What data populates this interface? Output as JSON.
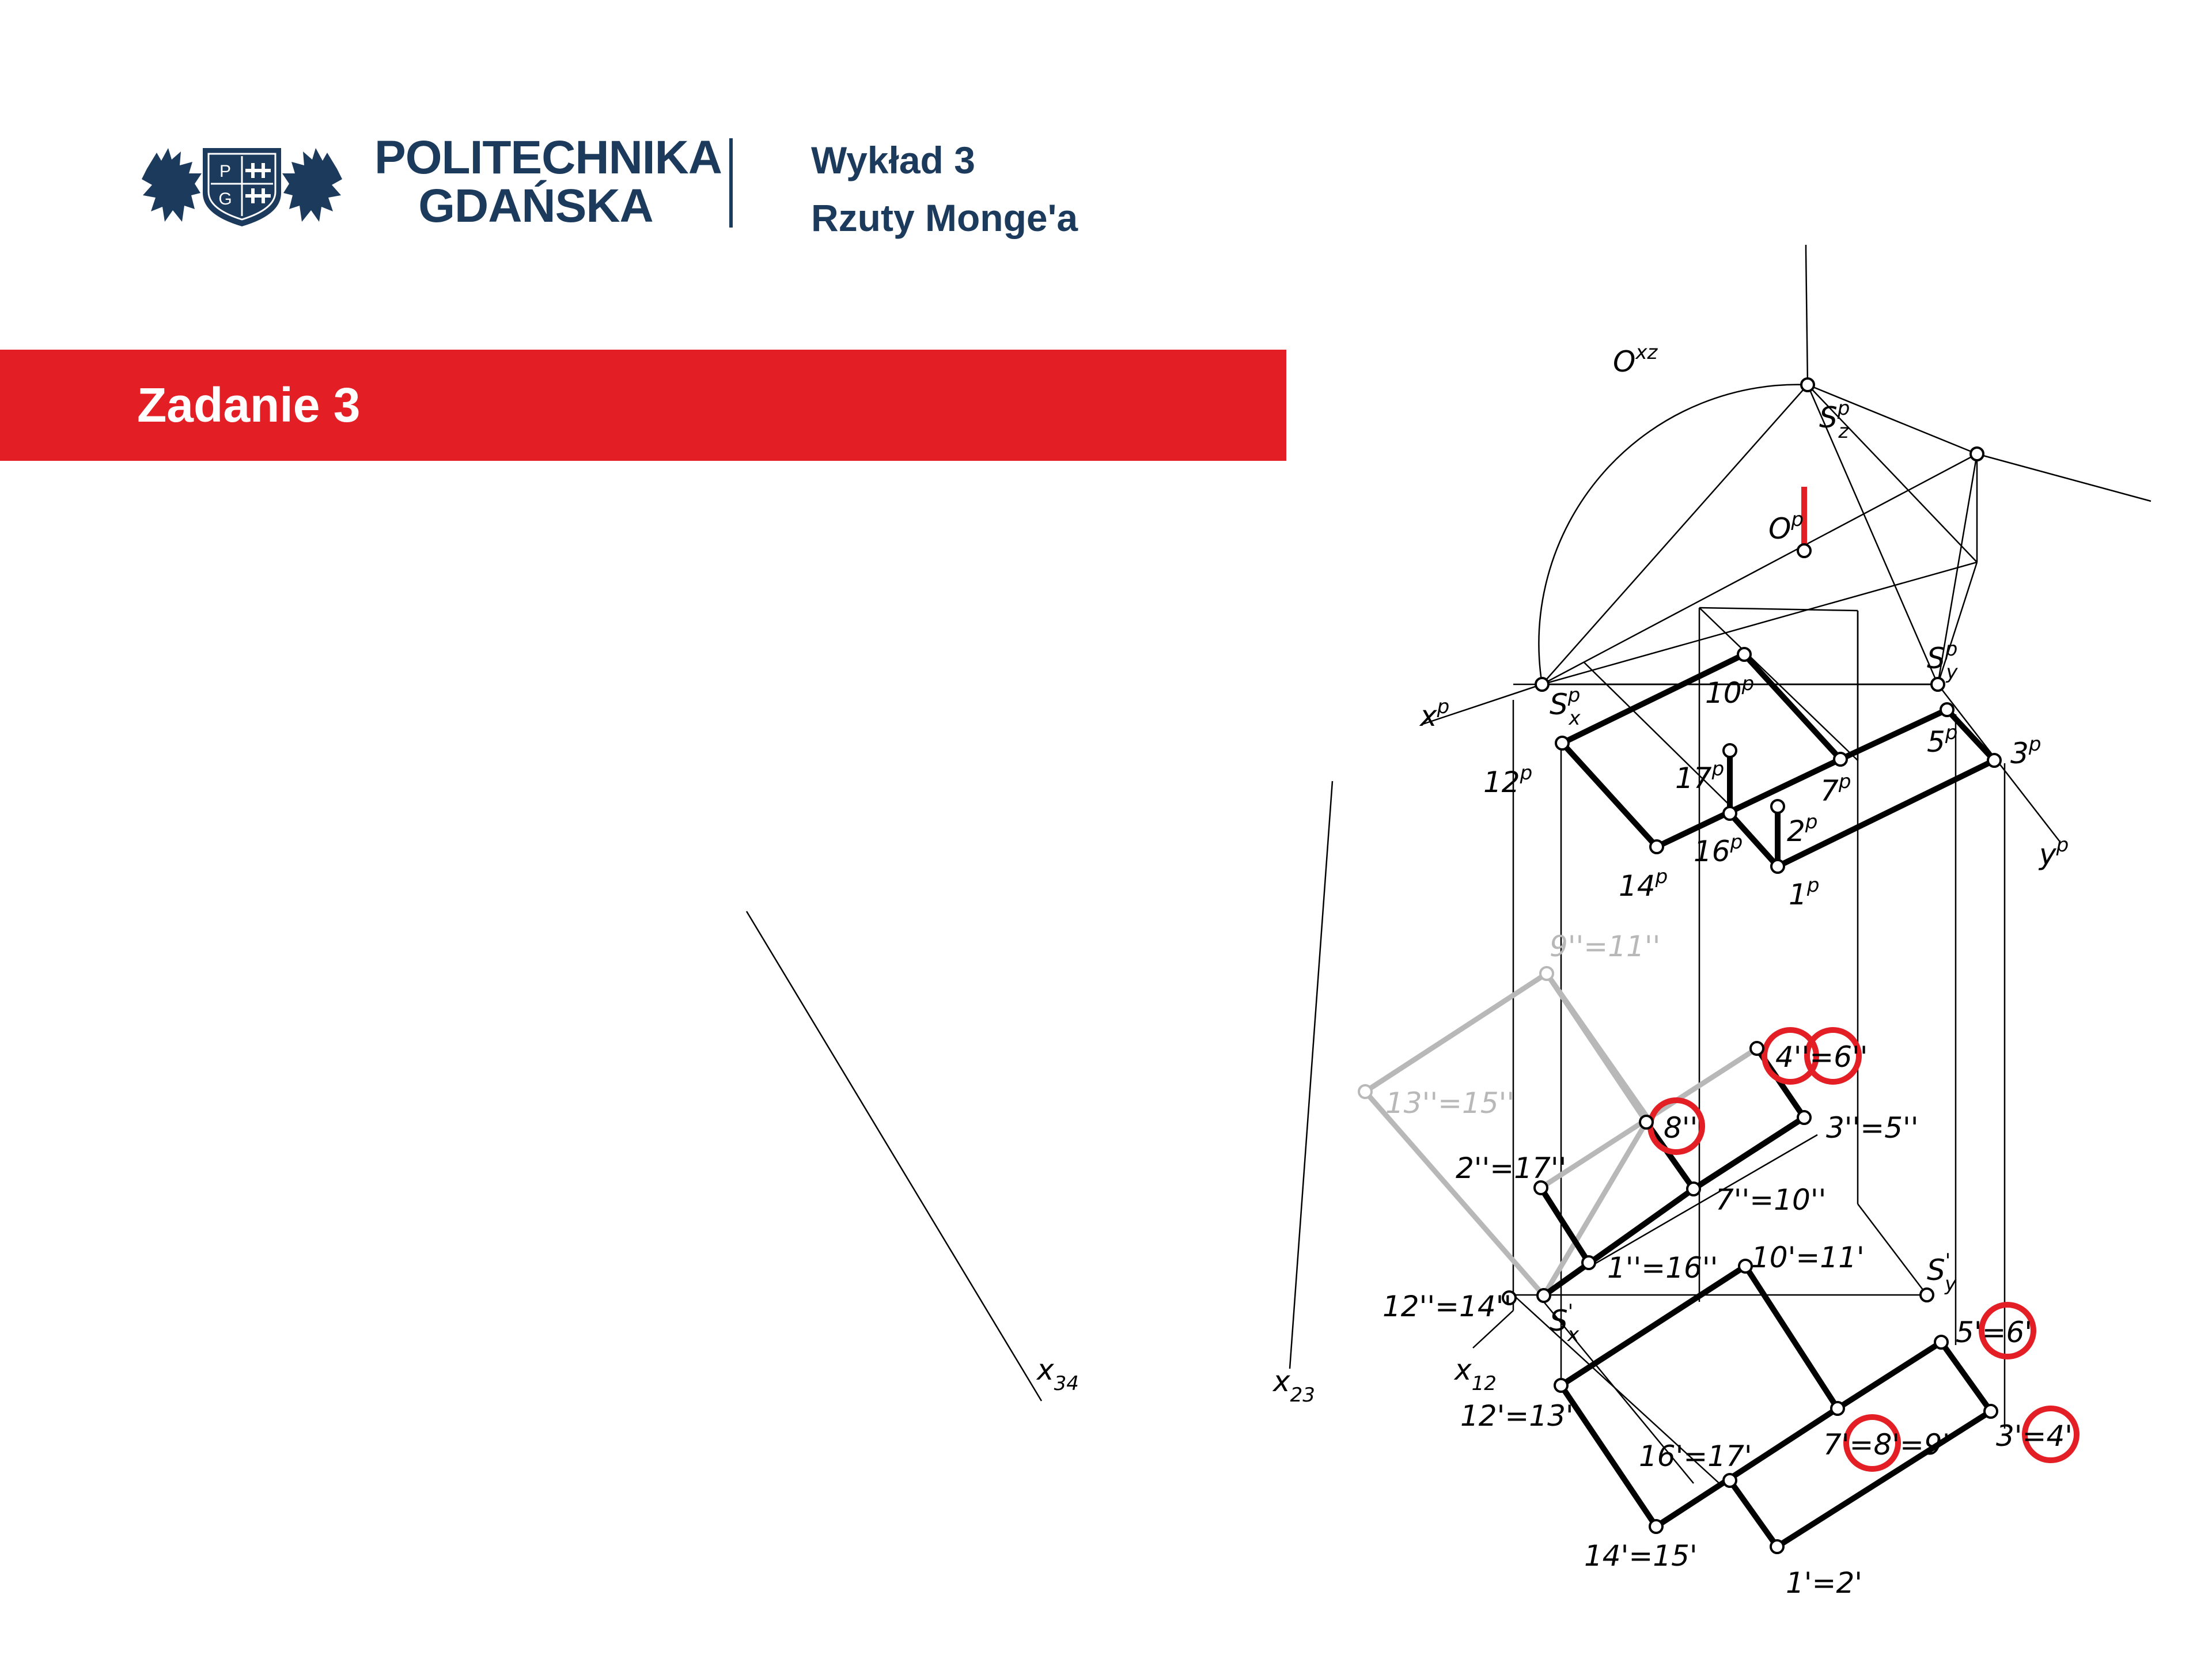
{
  "header": {
    "university_line1": "POLITECHNIKA",
    "university_line2": "GDAŃSKA",
    "logo_letters": [
      "P",
      "G"
    ],
    "lecture_title": "Wykład 3",
    "lecture_subtitle": "Rzuty Monge'a"
  },
  "banner": {
    "title": "Zadanie 3"
  },
  "colors": {
    "brand_navy": "#1b3a5c",
    "accent_red": "#e31e25",
    "hidden_gray": "#b8b8b8"
  },
  "diagram": {
    "labels": {
      "oxz": "O",
      "oxz_sup": "xz",
      "szp": "S",
      "szp_sup": "p",
      "szp_sub": "z",
      "op": "O",
      "op_sup": "p",
      "syp": "S",
      "syp_sup": "p",
      "syp_sub": "y",
      "xp": "x",
      "xp_sup": "p",
      "sxp": "S",
      "sxp_sup": "p",
      "sxp_sub": "x",
      "p10": "10",
      "p10_sup": "p",
      "p12": "12",
      "p12_sup": "p",
      "p17": "17",
      "p17_sup": "p",
      "p7": "7",
      "p7_sup": "p",
      "p5": "5",
      "p5_sup": "p",
      "p3": "3",
      "p3_sup": "p",
      "yp": "y",
      "yp_sup": "p",
      "p2": "2",
      "p2_sup": "p",
      "p16": "16",
      "p16_sup": "p",
      "p14": "14",
      "p14_sup": "p",
      "p1": "1",
      "p1_sup": "p",
      "f_9_11": "9''=11''",
      "f_13_15": "13''=15''",
      "f_4_6": "4''=6''",
      "f_8": "8''",
      "f_3_5": "3''=5''",
      "f_2_17": "2''=17''",
      "f_7_10": "7''=10''",
      "f_1_16": "1''=16''",
      "f_12_14": "12''=14''",
      "h_10_11": "10'=11'",
      "syh": "S",
      "syh_sup": "'",
      "syh_sub": "y",
      "sxh": "S",
      "sxh_sup": "'",
      "sxh_sub": "x",
      "h_5_6": "5'=6'",
      "x12": "x",
      "x12_sub": "12",
      "x34": "x",
      "x34_sub": "34",
      "x23": "x",
      "x23_sub": "23",
      "h_12_13": "12'=13'",
      "h_16_17": "16'=17'",
      "h_7_8_9": "7'=8'=9'",
      "h_3_4": "3'=4'",
      "h_14_15": "14'=15'",
      "h_1_2": "1'=2'"
    }
  }
}
